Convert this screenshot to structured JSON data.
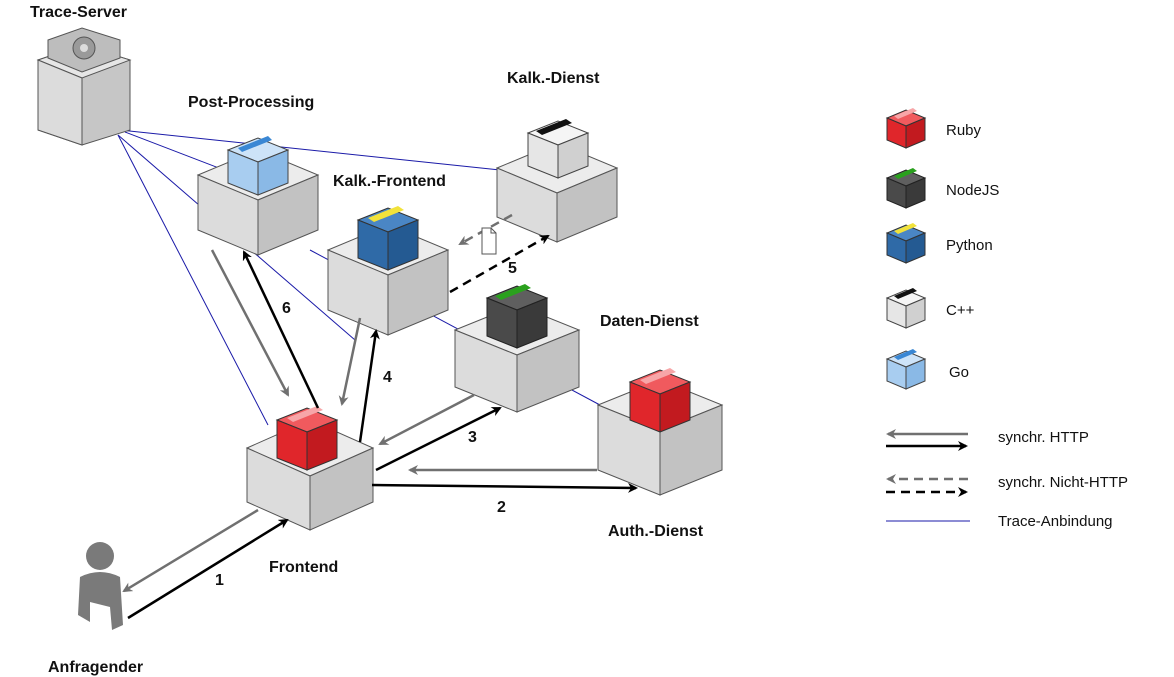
{
  "nodes": {
    "trace_server": "Trace-Server",
    "post_processing": "Post-Processing",
    "kalk_dienst": "Kalk.-Dienst",
    "kalk_frontend": "Kalk.-Frontend",
    "daten_dienst": "Daten-Dienst",
    "frontend": "Frontend",
    "auth_dienst": "Auth.-Dienst",
    "anfragender": "Anfragender"
  },
  "steps": [
    "1",
    "2",
    "3",
    "4",
    "5",
    "6"
  ],
  "legend": {
    "languages": [
      {
        "label": "Ruby",
        "color": "#e0262b"
      },
      {
        "label": "NodeJS",
        "color": "#4a4a4a"
      },
      {
        "label": "Python",
        "color": "#2f6aa7"
      },
      {
        "label": "C++",
        "color": "#e6e6e6"
      },
      {
        "label": "Go",
        "color": "#a8cdf0"
      }
    ],
    "lines": [
      {
        "label": "synchr. HTTP"
      },
      {
        "label": "synchr. Nicht-HTTP"
      },
      {
        "label": "Trace-Anbindung"
      }
    ]
  },
  "colors": {
    "trace_line": "#1a1aa8",
    "request_arrow": "#000000",
    "response_arrow": "#707070",
    "cube_top": "#ececec",
    "cube_left": "#dcdcdc",
    "cube_right": "#c2c2c2"
  }
}
